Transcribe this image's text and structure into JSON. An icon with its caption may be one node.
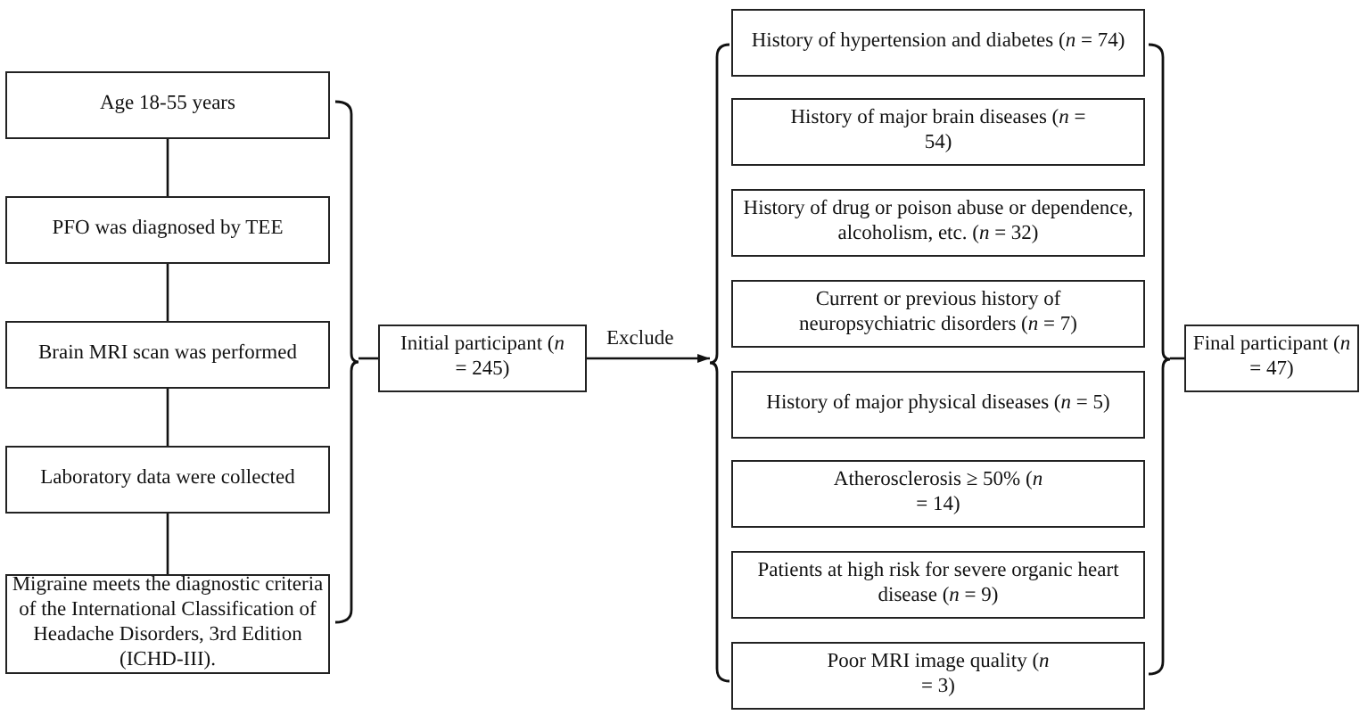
{
  "diagram": {
    "nodes": [
      {
        "text": [
          "Age 18-55 years"
        ]
      },
      {
        "text": [
          "PFO was diagnosed by TEE"
        ]
      },
      {
        "text": [
          "Brain MRI scan was performed"
        ]
      },
      {
        "text": [
          "Laboratory data were collected"
        ]
      },
      {
        "text": [
          "Migraine meets the diagnostic criteria of the International Classification of Headache Disorders, 3rd Edition (ICHD-III)."
        ]
      },
      {
        "text": [
          "Initial participant (*n* = 245)"
        ]
      },
      {
        "text": [
          "History of hypertension and diabetes (*n* = 74)"
        ]
      },
      {
        "text": [
          "History of major brain diseases (*n* = 54)"
        ]
      },
      {
        "text": [
          "History of drug or poison abuse or dependence, alcoholism, etc. (*n* = 32)"
        ]
      },
      {
        "text": [
          "Current or previous history of neuropsychiatric disorders (*n* = 7)"
        ]
      },
      {
        "text": [
          "History of major physical diseases (*n* = 5)"
        ]
      },
      {
        "text": [
          "Atherosclerosis ≥ 50% (*n* = 14)"
        ]
      },
      {
        "text": [
          "Patients at high risk for severe organic heart disease (*n* = 9)"
        ]
      },
      {
        "text": [
          "Poor MRI image quality (*n* = 3)"
        ]
      },
      {
        "text": [
          "Final participant (*n* = 47)"
        ]
      },
      {
        "text": [],
        "shape": "bracket"
      },
      {
        "text": [],
        "shape": "bracket"
      },
      {
        "text": [],
        "shape": "bracket"
      }
    ],
    "edges": [
      {
        "from": 0,
        "to": 1,
        "arrow": "none"
      },
      {
        "from": 1,
        "to": 2,
        "arrow": "none"
      },
      {
        "from": 2,
        "to": 3,
        "arrow": "none"
      },
      {
        "from": 3,
        "to": 4,
        "arrow": "none"
      },
      {
        "from": 15,
        "to": 5,
        "arrow": "none"
      },
      {
        "from": 5,
        "to": 16,
        "arrow": "to",
        "label": "Exclude"
      },
      {
        "from": 17,
        "to": 14,
        "arrow": "none"
      }
    ]
  }
}
